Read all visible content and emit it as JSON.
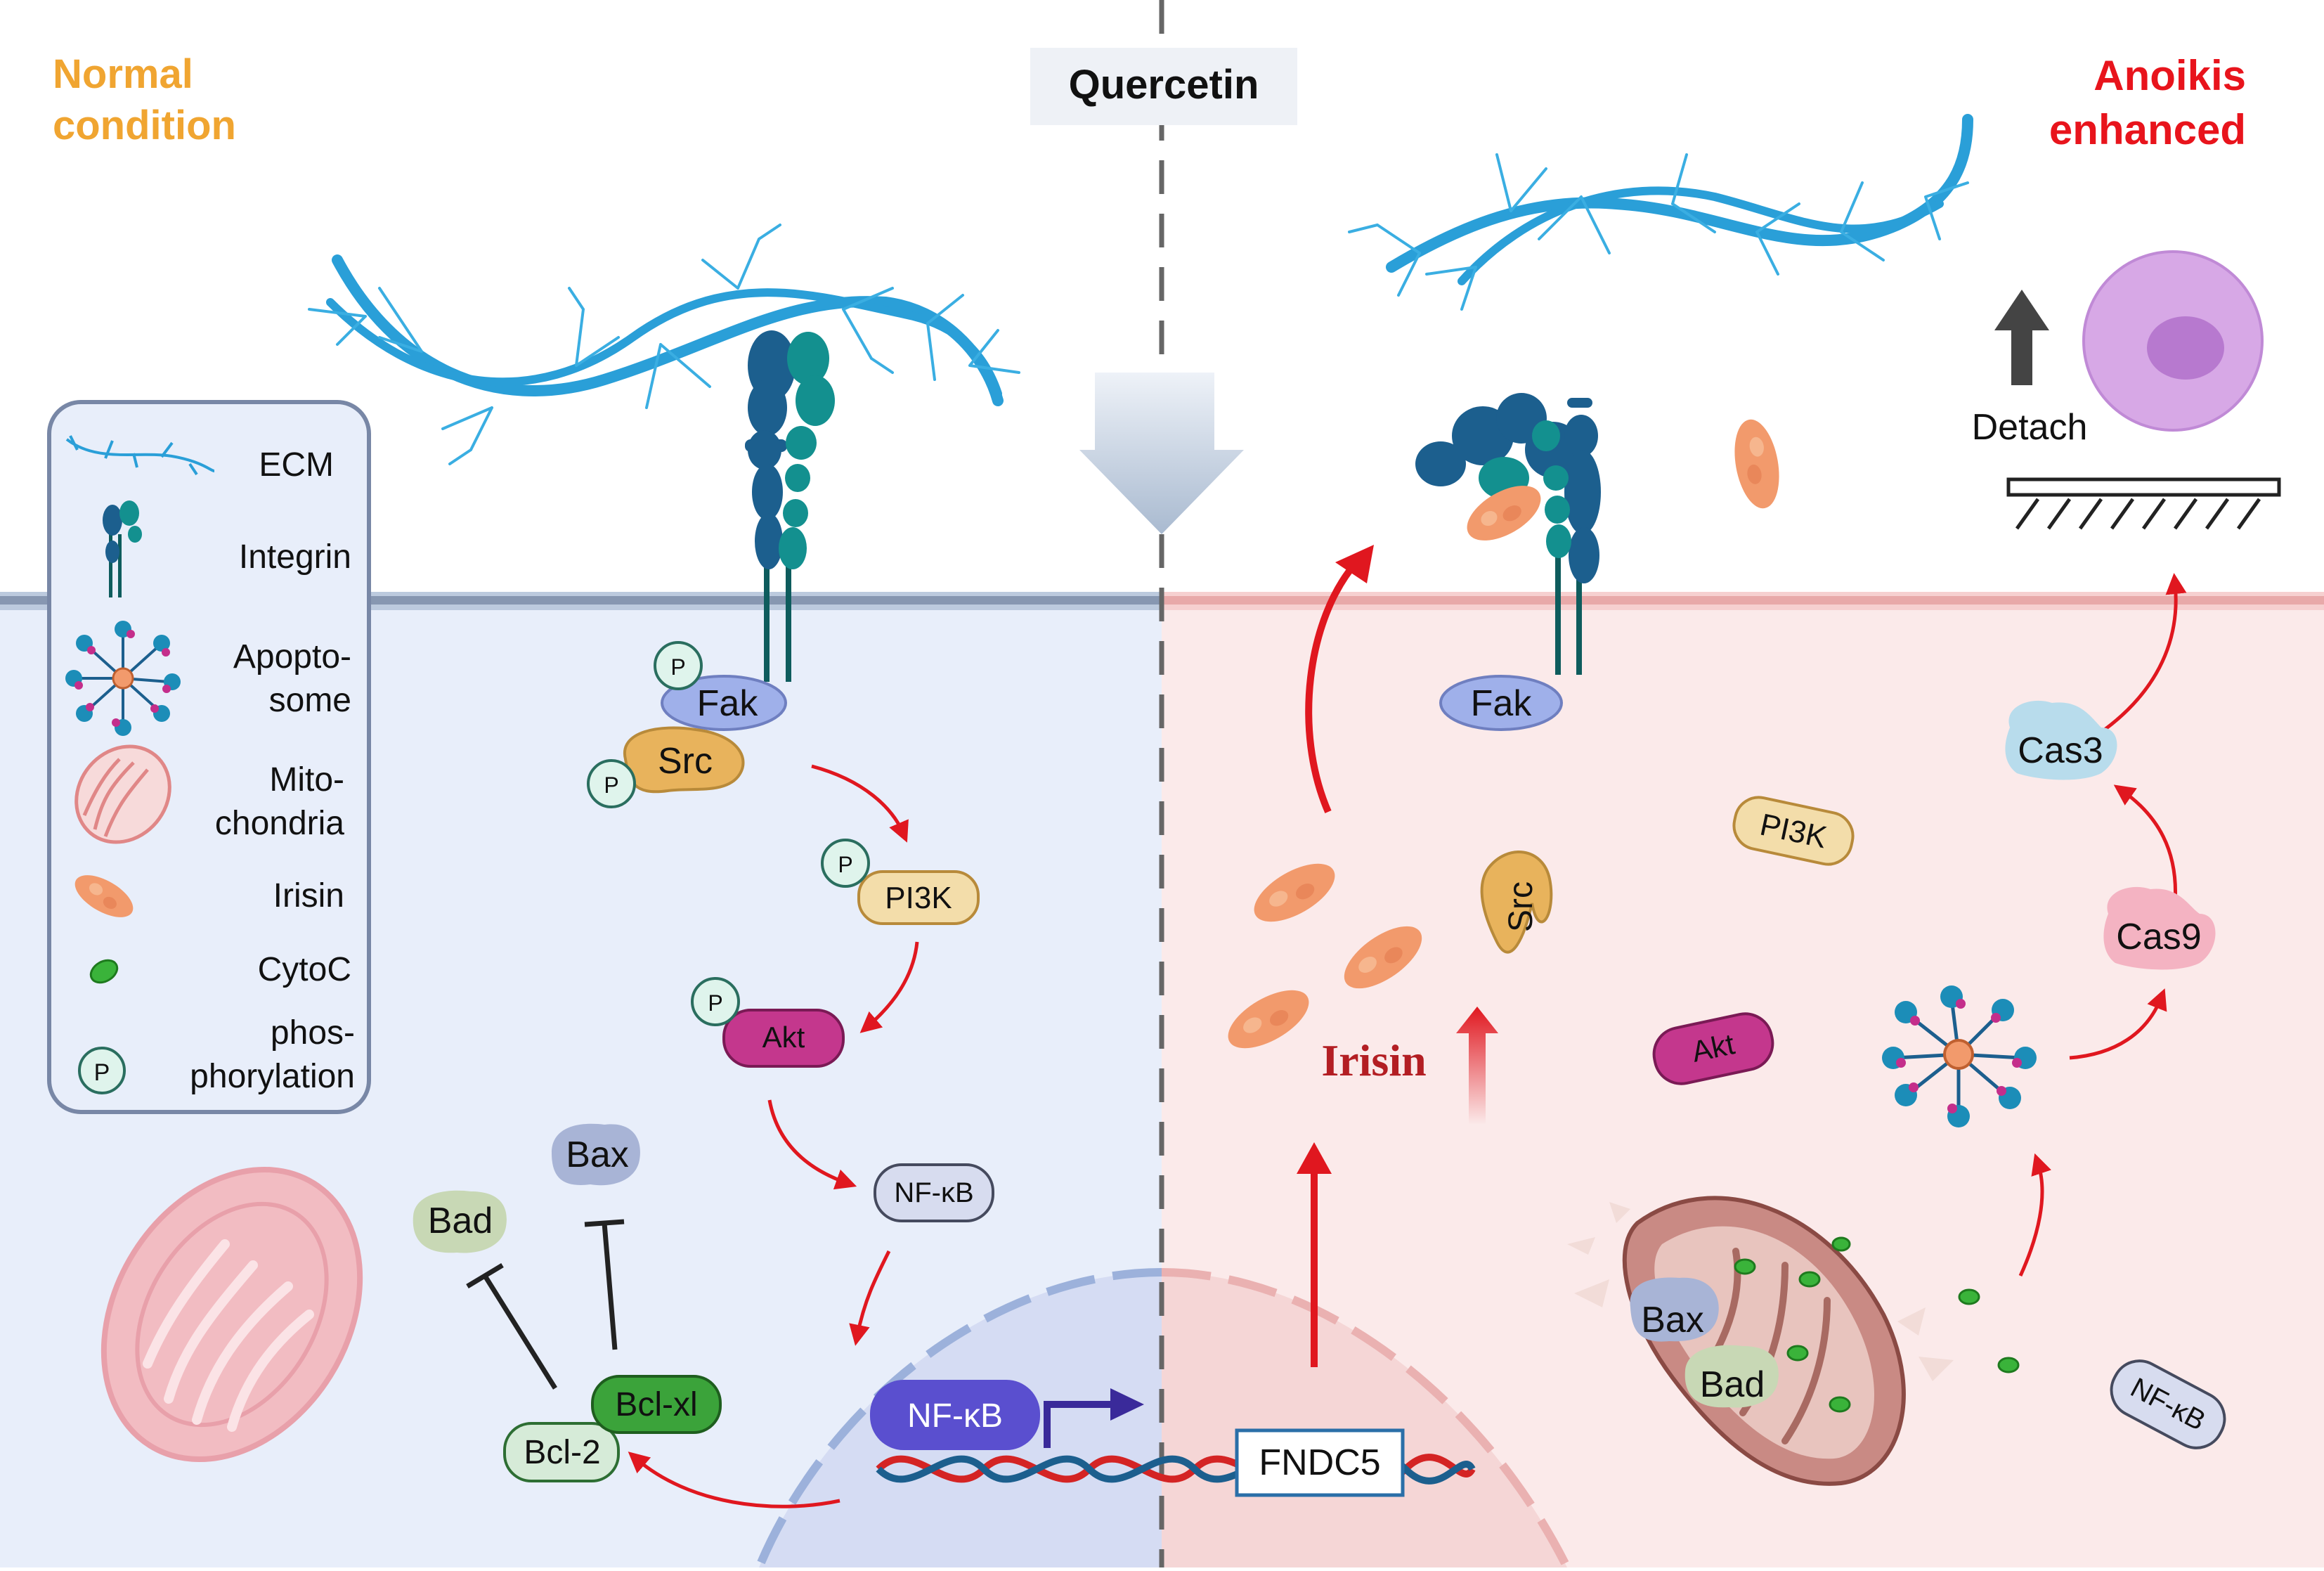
{
  "headers": {
    "normal": [
      "Normal",
      "condition"
    ],
    "drug": "Quercetin",
    "enhanced": [
      "Anoikis",
      "enhanced"
    ]
  },
  "legend": {
    "ecm": "ECM",
    "integrin": "Integrin",
    "apoptosome": [
      "Apopto-",
      "some"
    ],
    "mitochondria": [
      "Mito-",
      "chondria"
    ],
    "irisin": "Irisin",
    "cytoc": "CytoC",
    "phosphorylation": [
      "phos-",
      "phorylation"
    ],
    "p_mark": "P"
  },
  "left": {
    "fak": "Fak",
    "src": "Src",
    "pi3k": "PI3K",
    "akt": "Akt",
    "nfkb": "NF-κB",
    "nucleus_nfkb": "NF-κB",
    "bax": "Bax",
    "bad": "Bad",
    "bclxl": "Bcl-xl",
    "bcl2": "Bcl-2",
    "p_mark": "P"
  },
  "right": {
    "fak": "Fak",
    "src": "Src",
    "pi3k": "PI3K",
    "akt": "Akt",
    "nfkb": "NF-κB",
    "irisin_label": "Irisin",
    "fndc5": "FNDC5",
    "bax": "Bax",
    "bad": "Bad",
    "cas3": "Cas3",
    "cas9": "Cas9",
    "detach": "Detach"
  },
  "colors": {
    "normal_header": "#f0a531",
    "enhanced_header": "#e8141c",
    "left_bg": "#e8eefa",
    "right_bg": "#fbeaea",
    "ecm": "#2a9fd8",
    "integrin_dark": "#1c5f8e",
    "integrin_teal": "#13908f",
    "fak": "#9fb0ea",
    "src": "#e8b35c",
    "pi3k": "#f3ddaa",
    "akt": "#c4378d",
    "nfkb_small": "#d7dcef",
    "nfkb_nucleus": "#5a4fcf",
    "bax": "#a8b4d6",
    "bad": "#c8d8b5",
    "bclxl": "#3ba33a",
    "bcl2": "#d6ebd8",
    "irisin": "#f29a6c",
    "cas3": "#b8dcec",
    "cas9": "#f4b3c2",
    "cell": "#d7a8e6",
    "mito_left": "#f2bcc2",
    "red_arrow": "#e0171f"
  }
}
